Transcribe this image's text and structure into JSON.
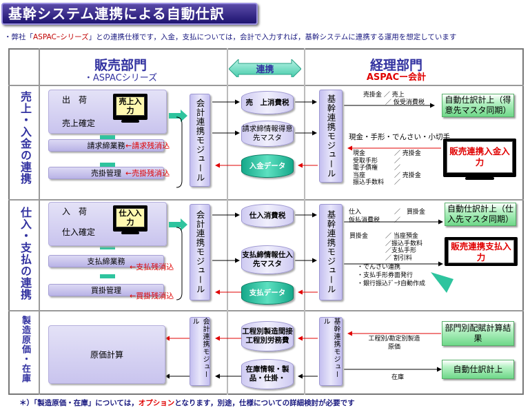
{
  "title": "基幹システム連携による自動仕訳",
  "note": {
    "prefix": "・弊社「",
    "highlight": "ASPACｰシリーズ",
    "suffix": "」との連携仕様です，入金，支払については，会計で入力すれば，基幹システムに連携する運用を想定しています"
  },
  "header": {
    "left_dept": "販売部門",
    "left_sub": "・ASPACシリーズ",
    "link": "連携",
    "right_dept": "経理部門",
    "right_sub": "ASPACー会計"
  },
  "sections": {
    "sales": "売上・入金の連携",
    "purchase": "仕入・支払の連携",
    "manufacturing": "製造原価・在庫"
  },
  "sales": {
    "shipping": "出　荷",
    "sales_confirm": "売上確定",
    "screen": "売上入力",
    "billing_close": "請求締業務",
    "billing_clear": "←請求残消込",
    "ar_manage": "売掛管理",
    "ar_clear": "←売掛残消込",
    "module": "会計連携モジュール",
    "db1": "売　上消費税",
    "db2": "請求締情報得意先マスタ",
    "db3": "入金データ",
    "core": "基幹連携モジュール",
    "line1": "売掛金 ／ 売上",
    "line1b": "／ 仮受消費税",
    "auto_journal": "自動仕訳計上（得意先マスタ同期）",
    "cash_line": "現金・手形・でんさい・小切手",
    "entries": [
      {
        "left": "現金",
        "right": "／ 売掛金"
      },
      {
        "left": "受取手形",
        "right": "／"
      },
      {
        "left": "電子債権",
        "right": "／"
      },
      {
        "left": "当座",
        "right": "／ 売掛金"
      },
      {
        "left": "振込手数料",
        "right": "／"
      }
    ],
    "input": "販売連携入金入力"
  },
  "purchase": {
    "receiving": "入　荷",
    "purchase_confirm": "仕入確定",
    "screen": "仕入入力",
    "payment_close": "支払締業務",
    "payment_clear": "←支払残消込",
    "ap_manage": "買掛管理",
    "ap_clear": "←買掛残消込",
    "module": "会計連携モジュール",
    "db1": "仕入消費税",
    "db2": "支払締情報仕入先マスタ",
    "db3": "支払データ",
    "core": "基幹連携モジュール",
    "line1a": "仕入",
    "line1b": "／　買掛金",
    "line2": "仮払消費税",
    "line2b": "／",
    "auto_journal": "自動仕訳計上（仕入先マスタ同期）",
    "entries": [
      {
        "left": "買掛金",
        "right": "／ 当座預金"
      },
      {
        "left": "",
        "right": "／振込手数料"
      },
      {
        "left": "",
        "right": "／支払手形"
      },
      {
        "left": "",
        "right": "／ 割引料"
      }
    ],
    "input": "販売連携支払入力",
    "bullets": [
      "・でんさい連携",
      "・支払手形券面発行",
      "・銀行振込ﾃﾞｰﾀ自動作成"
    ]
  },
  "manufacturing": {
    "cost_calc": "原価計算",
    "module": "会計連携モジュール",
    "db1": "工程別製造間接工程別労務費",
    "db2": "在庫情報・製品・仕掛・",
    "core": "基幹連携モジュール",
    "line1": "工程別/勘定別製造原価",
    "dept_result": "部門別配賦計算結果",
    "stock": "在庫",
    "auto_journal": "自動仕訳計上"
  },
  "footer": {
    "prefix": "＊）「製造原価・在庫」については，",
    "highlight": "オプション",
    "suffix": "となります，別途，仕様についての詳細検討が必要です"
  },
  "colors": {
    "accent": "#3232a0",
    "red": "#e00000",
    "green": "#6fd889",
    "db_green": "#16a88a"
  }
}
